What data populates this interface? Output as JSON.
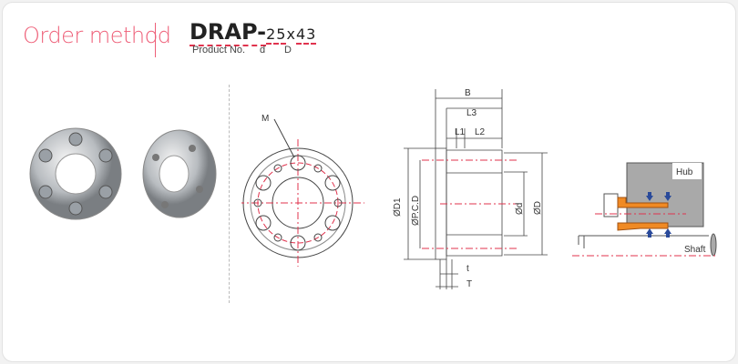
{
  "header": {
    "title": "Order method",
    "product_code": "DRAP-",
    "d_value": "25",
    "times": "x",
    "D_value": "43",
    "labels": {
      "product_no": "Product No.",
      "d": "d",
      "D": "D"
    }
  },
  "diagram_labels": {
    "front": {
      "M": "M"
    },
    "section": {
      "B": "B",
      "L3": "L3",
      "L1": "L1",
      "L2": "L2",
      "D1": "ØD1",
      "PCD": "ØP.C.D",
      "d": "Ød",
      "D": "ØD",
      "t": "t",
      "T": "T"
    },
    "mounting": {
      "hub": "Hub",
      "shaft": "Shaft"
    }
  },
  "colors": {
    "accent": "#ee5f78",
    "centerline": "#e0334e",
    "sleeve": "#f08a24",
    "arrow": "#2a4a9a",
    "hub": "#a9a9a9"
  }
}
